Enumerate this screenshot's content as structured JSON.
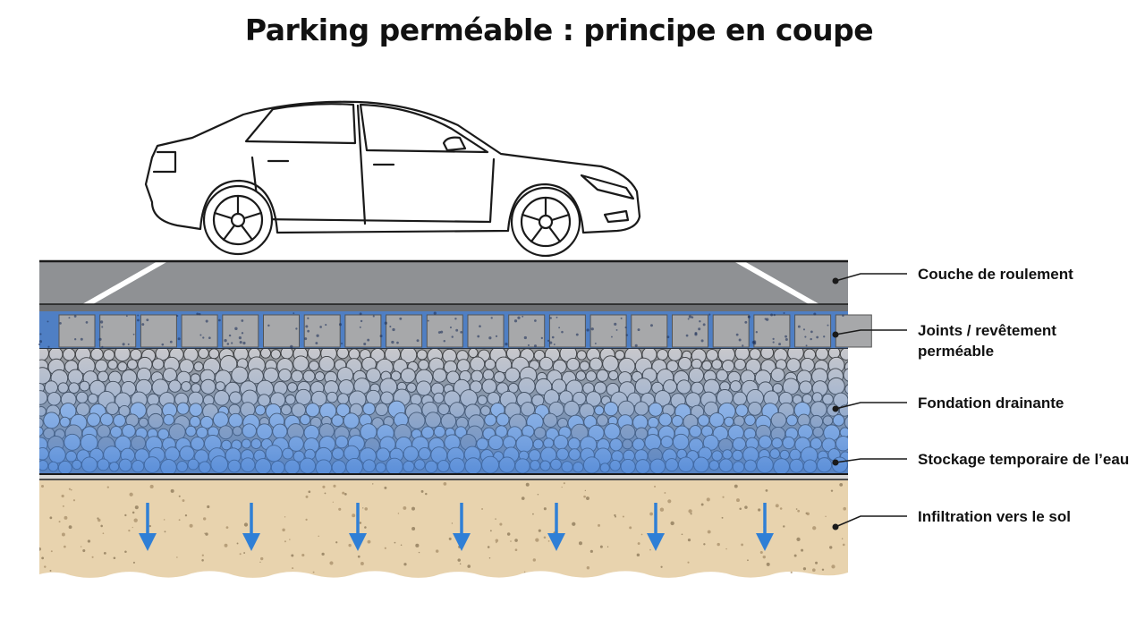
{
  "title": "Parking perméable : principe en coupe",
  "layers": [
    {
      "id": "roulement",
      "label_lines": [
        "Couche de roulement"
      ]
    },
    {
      "id": "joints",
      "label_lines": [
        "Joints / revêtement",
        "perméable"
      ]
    },
    {
      "id": "fondation",
      "label_lines": [
        "Fondation drainante"
      ]
    },
    {
      "id": "stockage",
      "label_lines": [
        "Stockage temporaire de l’eau"
      ]
    },
    {
      "id": "infiltration",
      "label_lines": [
        "Infiltration vers le sol"
      ]
    }
  ],
  "colors": {
    "asphalt": "#8f9194",
    "paver": "#a7a8aa",
    "gravel": "#bcbcbc",
    "water": "#5a8fd8",
    "soil": "#e8d3ae",
    "arrow": "#2f7fd6",
    "outline": "#1a1a1a"
  },
  "icons": {
    "car": "sedan-car-icon",
    "arrow": "arrow-down-icon"
  }
}
